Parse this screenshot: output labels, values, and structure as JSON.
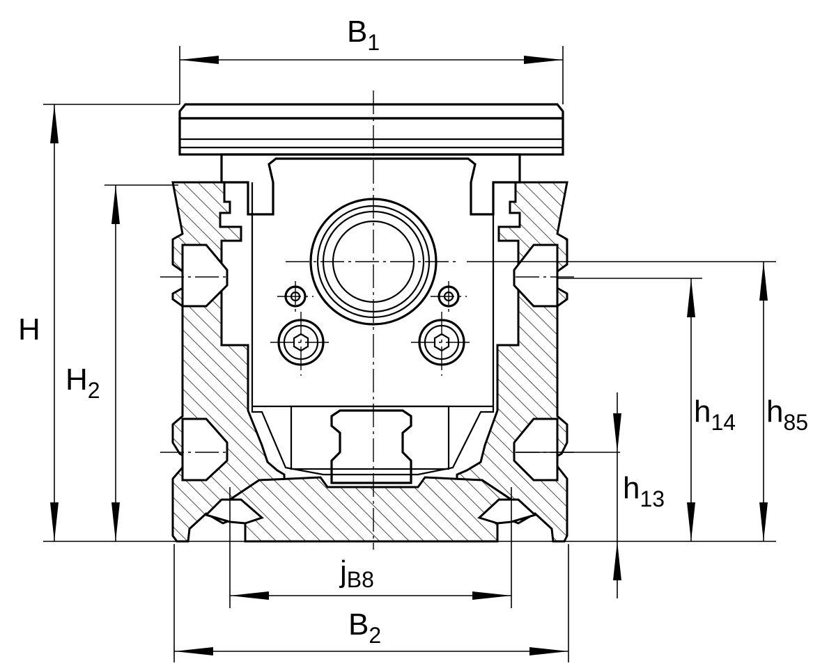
{
  "dimensions": {
    "B1": {
      "base": "B",
      "sub": "1"
    },
    "B2": {
      "base": "B",
      "sub": "2"
    },
    "H": {
      "base": "H",
      "sub": ""
    },
    "H2": {
      "base": "H",
      "sub": "2"
    },
    "jB8": {
      "base": "j",
      "sub": "B8"
    },
    "h13": {
      "base": "h",
      "sub": "13"
    },
    "h14": {
      "base": "h",
      "sub": "14"
    },
    "h85": {
      "base": "h",
      "sub": "85"
    }
  },
  "colors": {
    "line": "#000000",
    "background": "#ffffff"
  }
}
